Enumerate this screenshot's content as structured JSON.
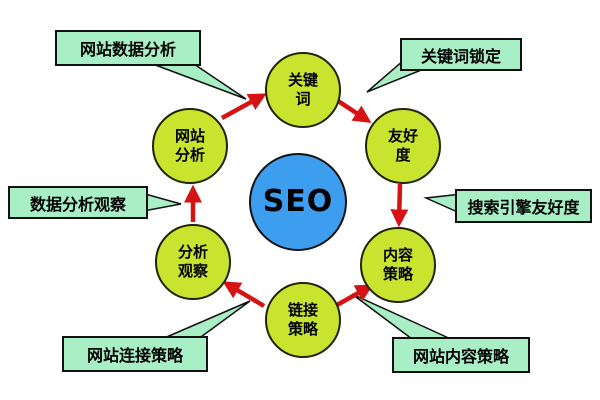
{
  "colors": {
    "background": "#ffffff",
    "node_fill": "#c8e42e",
    "node_border": "#222200",
    "center_fill": "#3d9ef0",
    "center_border": "#111111",
    "callout_fill": "#a9efc5",
    "callout_border": "#111111",
    "arrow": "#d61212",
    "text": "#000000"
  },
  "center": {
    "label": "SEO"
  },
  "nodes": [
    {
      "id": "keywords",
      "label": "关键词",
      "line1": "关键",
      "line2": "词"
    },
    {
      "id": "friendliness",
      "label": "友好度",
      "line1": "友好",
      "line2": "度"
    },
    {
      "id": "content-strategy",
      "label": "内容策略",
      "line1": "内容",
      "line2": "策略"
    },
    {
      "id": "link-strategy",
      "label": "链接策略",
      "line1": "链接",
      "line2": "策略"
    },
    {
      "id": "analysis-observation",
      "label": "分析观察",
      "line1": "分析",
      "line2": "观察"
    },
    {
      "id": "site-analysis",
      "label": "网站分析",
      "line1": "网站",
      "line2": "分析"
    }
  ],
  "callouts": [
    {
      "id": "site-data-analysis",
      "label": "网站数据分析"
    },
    {
      "id": "keyword-locking",
      "label": "关键词锁定"
    },
    {
      "id": "data-analysis-observation",
      "label": "数据分析观察"
    },
    {
      "id": "search-engine-friendliness",
      "label": "搜索引擎友好度"
    },
    {
      "id": "site-link-strategy",
      "label": "网站连接策略"
    },
    {
      "id": "site-content-strategy",
      "label": "网站内容策略"
    }
  ],
  "flows": [
    {
      "from": "网站分析",
      "to": "关键词"
    },
    {
      "from": "关键词",
      "to": "友好度"
    },
    {
      "from": "友好度",
      "to": "内容策略"
    },
    {
      "from": "链接策略",
      "to": "内容策略"
    },
    {
      "from": "链接策略",
      "to": "分析观察"
    },
    {
      "from": "分析观察",
      "to": "网站分析"
    }
  ]
}
